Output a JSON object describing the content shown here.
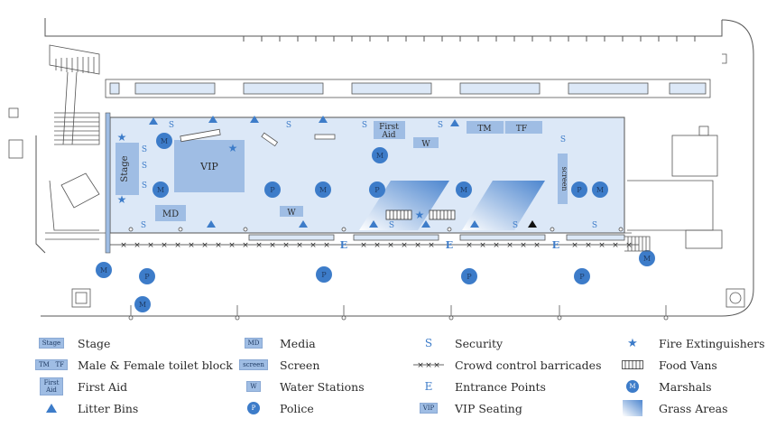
{
  "map_labels": {
    "stage": "Stage",
    "vip": "VIP",
    "first_aid_line1": "First",
    "first_aid_line2": "Aid",
    "toilet_male": "TM",
    "toilet_female": "TF",
    "screen": "screen",
    "media": "MD",
    "water": "W",
    "security": "S",
    "marshal": "M",
    "police": "P",
    "entrance": "E"
  },
  "legend": [
    {
      "icon": "Stage",
      "label": "Stage",
      "kind": "box"
    },
    {
      "icon": "TM   TF",
      "label": "Male & Female toilet block",
      "kind": "box"
    },
    {
      "icon": "First Aid",
      "label": "First Aid",
      "kind": "box"
    },
    {
      "icon": "litter-bin-icon",
      "label": "Litter Bins",
      "kind": "triangle"
    },
    {
      "icon": "MD",
      "label": "Media",
      "kind": "box"
    },
    {
      "icon": "screen",
      "label": "Screen",
      "kind": "box"
    },
    {
      "icon": "W",
      "label": "Water Stations",
      "kind": "box"
    },
    {
      "icon": "P",
      "label": "Police",
      "kind": "circle"
    },
    {
      "icon": "S",
      "label": "Security",
      "kind": "text"
    },
    {
      "icon": "barrier-icon",
      "label": "Crowd control barricades",
      "kind": "barrier"
    },
    {
      "icon": "E",
      "label": "Entrance Points",
      "kind": "text"
    },
    {
      "icon": "VIP",
      "label": "VIP Seating",
      "kind": "box"
    },
    {
      "icon": "fire-extinguisher-icon",
      "label": "Fire Extinguishers",
      "kind": "star"
    },
    {
      "icon": "food-van-icon",
      "label": "Food Vans",
      "kind": "foodvan"
    },
    {
      "icon": "M",
      "label": "Marshals",
      "kind": "circle"
    },
    {
      "icon": "grass-area-icon",
      "label": "Grass Areas",
      "kind": "grass"
    }
  ],
  "colors": {
    "accent": "#3d7cc9",
    "zone_fill": "#dce8f7",
    "box_fill": "#9fbde4",
    "line": "#555555"
  }
}
